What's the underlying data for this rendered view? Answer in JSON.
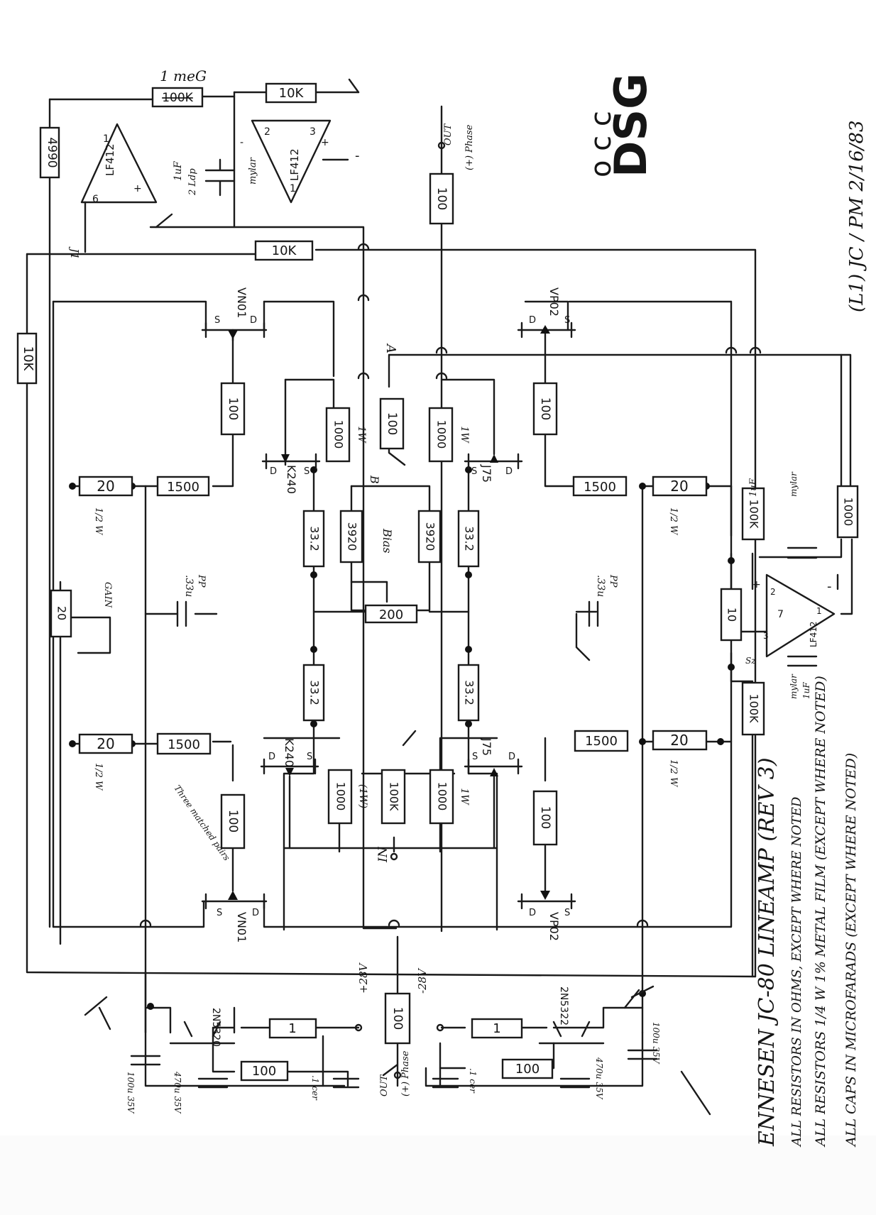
{
  "title_block": {
    "title": "ENNESEN JC-80 LINEAMP (REV 3)",
    "note_1": "ALL RESISTORS IN OHMS, EXCEPT WHERE NOTED",
    "note_2": "ALL RESISTORS 1/4 W 1% METAL FILM (EXCEPT WHERE NOTED)",
    "note_3": "ALL CAPS IN MICROFARADS (EXCEPT WHERE NOTED)",
    "revision": "(L1) JC / PM 2/16/83",
    "initials": "DSG",
    "marks": "o c c"
  },
  "op_amps": {
    "u1": {
      "part": "LF412",
      "pins": {
        "p1": "1",
        "p2": "2",
        "p3": "3",
        "minus": "-",
        "plus": "+"
      }
    },
    "u2": {
      "part": "LF412",
      "pins": {
        "p1": "1",
        "p2": "2",
        "p3": "3",
        "minus": "-",
        "plus": "+"
      }
    },
    "u3": {
      "part": "LF412",
      "pins": {
        "p1": "1",
        "p2": "2",
        "p3": "3",
        "p7": "7",
        "minus": "-",
        "plus": "+"
      }
    }
  },
  "resistors": {
    "r_4990": "4990",
    "r_1meg": "100K",
    "r_1meg_note": "1 meG",
    "r_10k_fb": "10K",
    "r_10k_j1": "10K",
    "r_10k_left": "10K",
    "r_100_out": "100",
    "r_100_vn01_top": "100",
    "r_100_vp02_top": "100",
    "r_1000_1w_a": "1000",
    "r_100_a": "100",
    "r_1000_1w_b": "1000",
    "r_20_tl": "20",
    "r_1500_tl": "1500",
    "r_1500_tr": "1500",
    "r_20_tr": "20",
    "r_332_a": "33.2",
    "r_3920_a": "3920",
    "r_3920_b": "3920",
    "r_332_b": "33.2",
    "r_200_bias": "200",
    "r_20_pot": "20",
    "r_100k_r": "100K",
    "r_1000_r": "1000",
    "r_10_r": "10",
    "r_332_c": "33.2",
    "r_332_d": "33.2",
    "r_20_bl": "20",
    "r_1500_bl": "1500",
    "r_1500_br": "1500",
    "r_20_br": "20",
    "r_100k_r2": "100K",
    "r_100_vn01_bot": "100",
    "r_1000_1w_c": "1000",
    "r_100k_in": "100K",
    "r_1000_1w_d": "1000",
    "r_100_vp02_bot": "100",
    "r_100_ps": "100",
    "r_1_pos": "1",
    "r_100_pos": "100",
    "r_1_neg": "1",
    "r_100_neg": "100"
  },
  "transistors": {
    "q_vn01_top": "VN01",
    "q_vp02_top": "VP02",
    "q_k240_top": "K240",
    "q_j75_top": "J75",
    "q_k240_bot": "K240",
    "q_j75_bot": "J75",
    "q_vn01_bot": "VN01",
    "q_vp02_bot": "VP02",
    "q_2n5320": "2N5320",
    "q_2n5322": "2N5322",
    "pin_s": "S",
    "pin_d": "D"
  },
  "capacitors": {
    "c_1uf_top": "1uF",
    "c_1uf_top_note": "2 Ldp",
    "c_33_left": ".33u",
    "c_33_right": ".33u",
    "pp": "PP",
    "c_1uf_right": "1uF",
    "c_1uf_right_note": "mylar",
    "c_1uf_low": "1uF",
    "c_100u_l": "100u 35V",
    "c_470u_l": "470u 35V",
    "c_1_cer_l": ".1 cer",
    "c_1_cer_r": ".1 cer",
    "c_470u_r": "470u 35V",
    "c_100u_r": "100u 35V",
    "mylar": "mylar"
  },
  "labels": {
    "out_top": "OUT",
    "out_top_phase": "(+) Phase",
    "out_bot": "OUT",
    "out_bot_phase": "(+) Phase",
    "j1": "J1",
    "node_a": "A",
    "node_b": "B",
    "bias": "Bias",
    "gain_note": "GAIN",
    "in": "IN",
    "plus_28v": "+28V",
    "minus_28v": "-28V",
    "half_w": "1/2 W",
    "one_w": "1W",
    "one_w_paren": "(1W)",
    "pin_6": "6",
    "side_note": "Three matched pairs",
    "sz": "Sz"
  }
}
